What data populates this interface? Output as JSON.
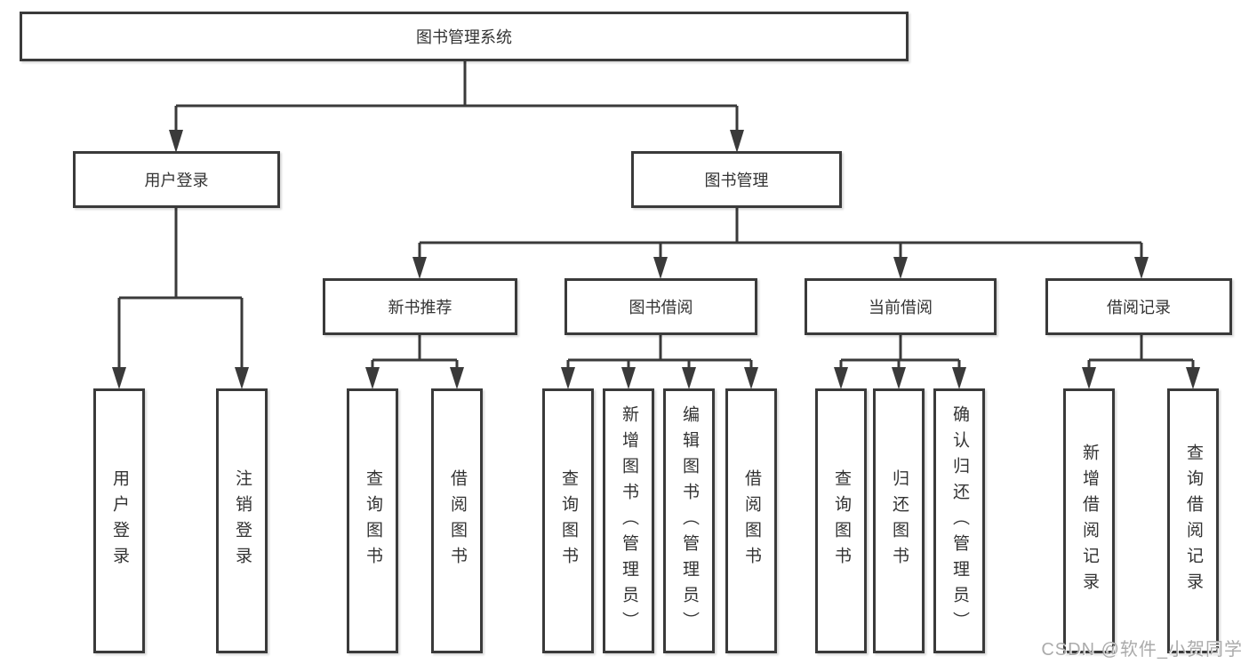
{
  "colors": {
    "background": "#ffffff",
    "line": "#3a3a3a",
    "box_border": "#3a3a3a",
    "text": "#333333",
    "watermark": "#ababab"
  },
  "nodes": {
    "root": {
      "label": "图书管理系统"
    },
    "user_login": {
      "label": "用户登录",
      "children": [
        {
          "label": "用户登录"
        },
        {
          "label": "注销登录"
        }
      ]
    },
    "book_management": {
      "label": "图书管理",
      "children": [
        {
          "label": "新书推荐",
          "children": [
            {
              "label": "查询图书"
            },
            {
              "label": "借阅图书"
            }
          ]
        },
        {
          "label": "图书借阅",
          "children": [
            {
              "label": "查询图书"
            },
            {
              "label": "新增图书（管理员）"
            },
            {
              "label": "编辑图书（管理员）"
            },
            {
              "label": "借阅图书"
            }
          ]
        },
        {
          "label": "当前借阅",
          "children": [
            {
              "label": "查询图书"
            },
            {
              "label": "归还图书"
            },
            {
              "label": "确认归还（管理员）"
            }
          ]
        },
        {
          "label": "借阅记录",
          "children": [
            {
              "label": "新增借阅记录"
            },
            {
              "label": "查询借阅记录"
            }
          ]
        }
      ]
    }
  },
  "watermark": {
    "text": "CSDN @软件_小贺同学"
  }
}
